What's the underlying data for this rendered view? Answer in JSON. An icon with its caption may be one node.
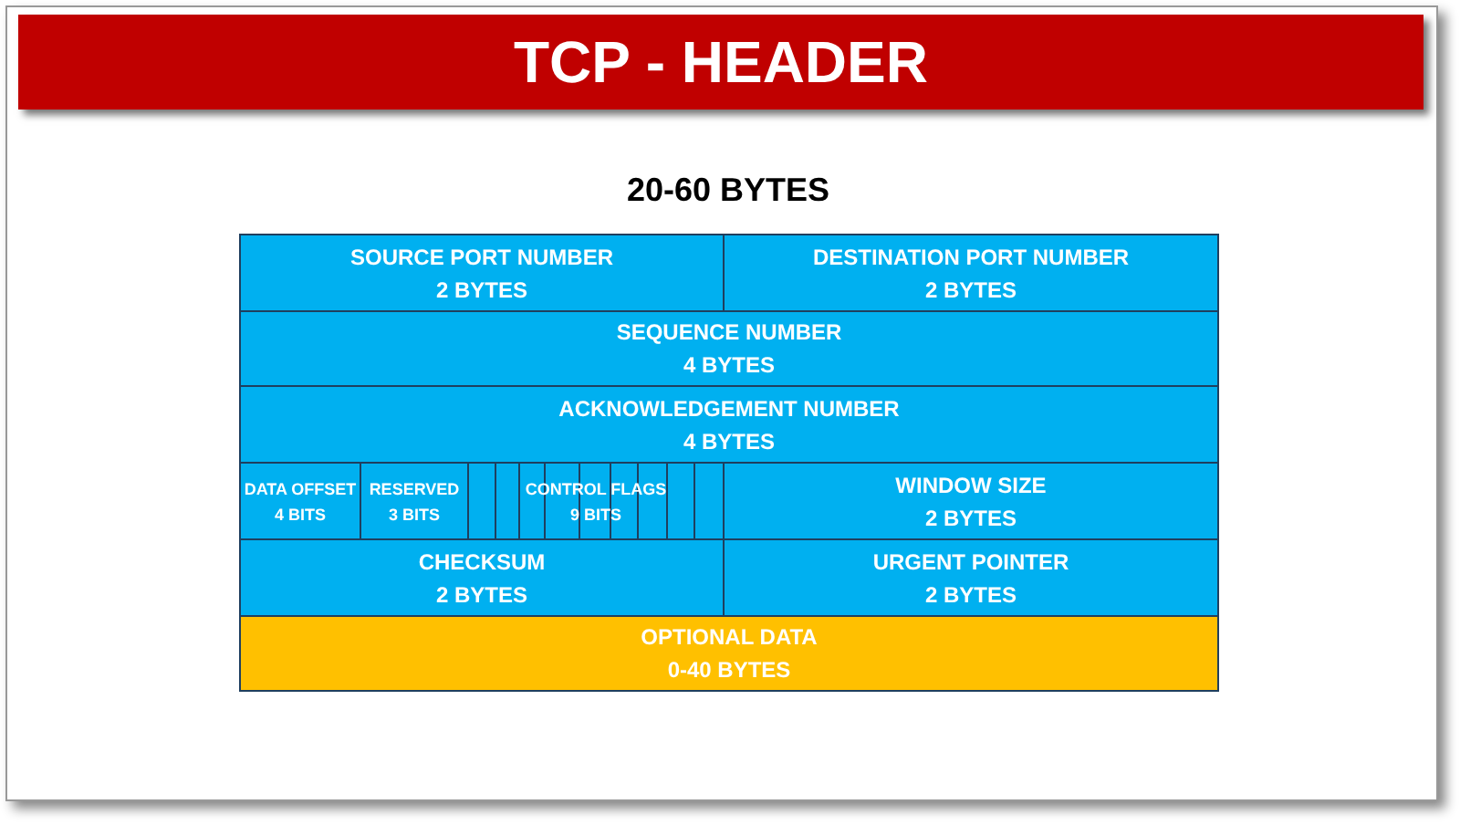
{
  "diagram": {
    "title": "TCP - HEADER",
    "nodes": [
      {
        "text": [
          "SOURCE PORT NUMBER",
          "2 BYTES"
        ]
      },
      {
        "text": [
          "DESTINATION PORT NUMBER",
          "2 BYTES"
        ]
      },
      {
        "text": [
          "SEQUENCE NUMBER",
          "4 BYTES"
        ]
      },
      {
        "text": [
          "ACKNOWLEDGEMENT NUMBER",
          "4 BYTES"
        ]
      },
      {
        "text": [
          "DATA OFFSET",
          "4 BITS"
        ]
      },
      {
        "text": [
          "RESERVED",
          "3 BITS"
        ]
      },
      {
        "text": [
          "CONTROL FLAGS",
          "9 BITS"
        ]
      },
      {
        "text": [
          "WINDOW SIZE",
          "2 BYTES"
        ]
      },
      {
        "text": [
          "CHECKSUM",
          "2 BYTES"
        ]
      },
      {
        "text": [
          "URGENT POINTER",
          "2 BYTES"
        ]
      },
      {
        "text": [
          "OPTIONAL DATA",
          "0-40 BYTES"
        ]
      }
    ],
    "labels": [
      "20-60 BYTES"
    ]
  }
}
